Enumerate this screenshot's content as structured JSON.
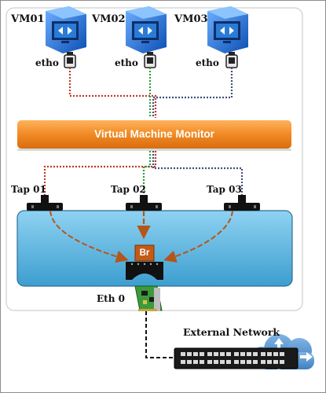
{
  "vms": [
    {
      "name": "VM01",
      "iface": "etho"
    },
    {
      "name": "VM02",
      "iface": "etho"
    },
    {
      "name": "VM03",
      "iface": "etho"
    }
  ],
  "vmm": {
    "label": "Virtual Machine Monitor"
  },
  "taps": [
    "Tap 01",
    "Tap 02",
    "Tap 03"
  ],
  "bridge": {
    "label": "Br"
  },
  "physical_nic": {
    "label": "Eth 0"
  },
  "external": {
    "label": "External Network"
  },
  "colors": {
    "vm_blue": "#1a6fd6",
    "vmm_orange": "#f08a24",
    "host_blue": "#5ab4df",
    "bridge_brown": "#c35a16",
    "link_red": "#c0392b",
    "link_green": "#2e9c3a",
    "link_navy": "#44507a",
    "cloud": "#4f8ec9"
  }
}
